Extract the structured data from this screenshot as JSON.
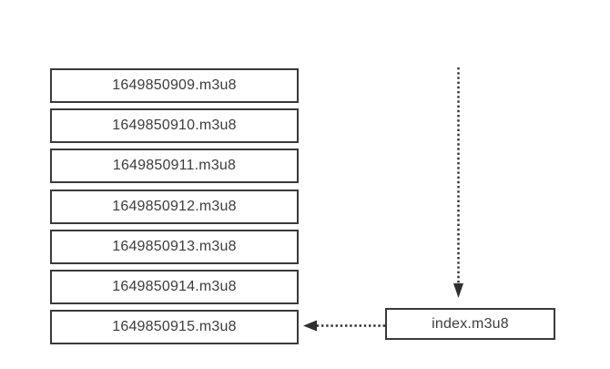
{
  "diagram": {
    "segment_files": [
      "1649850909.m3u8",
      "1649850910.m3u8",
      "1649850911.m3u8",
      "1649850912.m3u8",
      "1649850913.m3u8",
      "1649850914.m3u8",
      "1649850915.m3u8"
    ],
    "index_file": "index.m3u8",
    "colors": {
      "background": "#ffffff",
      "box_border": "#3a3a3a",
      "text": "#3d3d3d",
      "arrow": "#2f2f2f"
    },
    "arrows": [
      {
        "id": "update-arrow",
        "style": "dotted",
        "direction": "down",
        "points_to": "index.m3u8"
      },
      {
        "id": "index-to-latest-segment-arrow",
        "style": "dotted",
        "direction": "left",
        "from": "index.m3u8",
        "points_to": "1649850915.m3u8"
      }
    ]
  }
}
